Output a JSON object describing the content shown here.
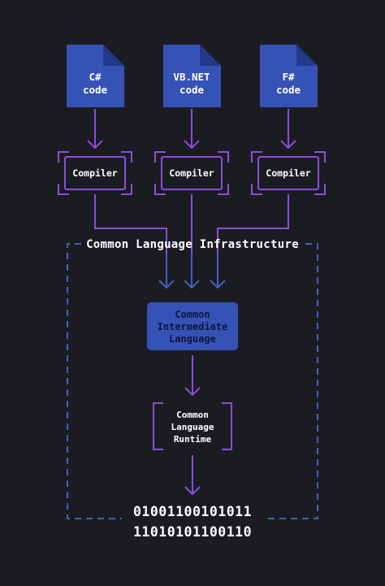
{
  "source_files": [
    {
      "id": "csharp",
      "lines": [
        "C#",
        "code"
      ]
    },
    {
      "id": "vbnet",
      "lines": [
        "VB.NET",
        "code"
      ]
    },
    {
      "id": "fsharp",
      "lines": [
        "F#",
        "code"
      ]
    }
  ],
  "compiler_label": "Compiler",
  "cli": {
    "title": "Common Language Infrastructure"
  },
  "intermediate_language": {
    "lines": [
      "Common",
      "Intermediate",
      "Language"
    ]
  },
  "runtime": {
    "lines": [
      "Common",
      "Language",
      "Runtime"
    ]
  },
  "machine_code": {
    "lines": [
      "01001100101011",
      "11010101100110"
    ]
  },
  "colors": {
    "background": "#1b1c21",
    "document_blue": "#3553b6",
    "compiler_purple": "#8a4fd8",
    "cli_border_blue": "#3f5fc9",
    "il_text": "#0e1640",
    "text": "#ffffff"
  }
}
